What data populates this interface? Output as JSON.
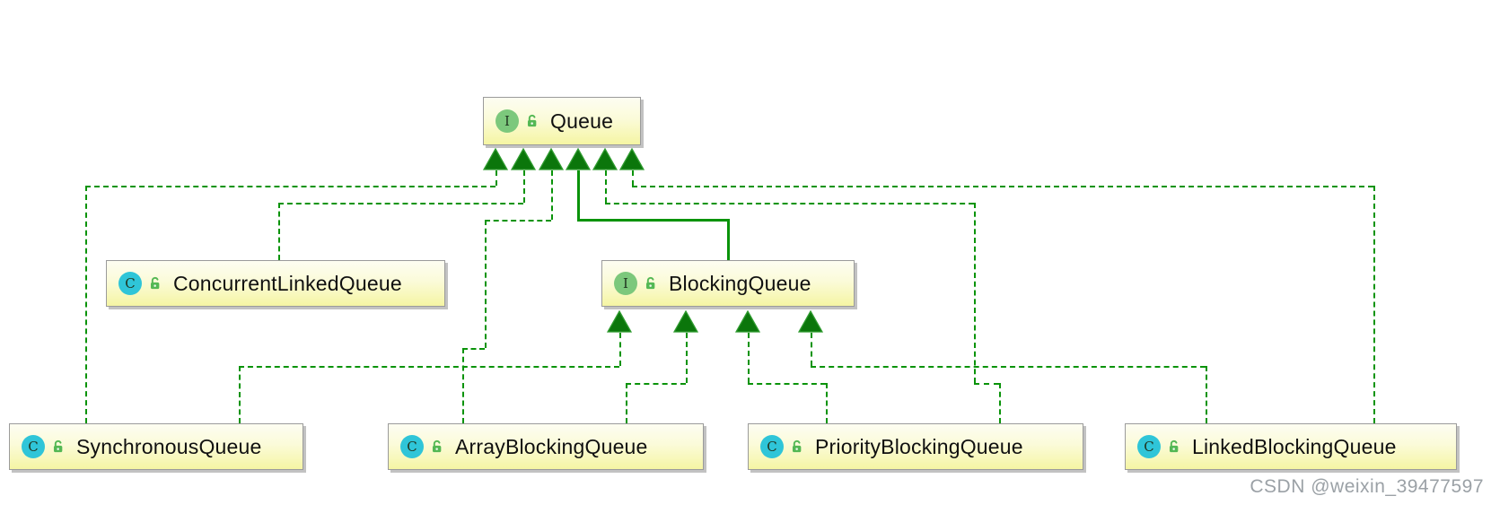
{
  "diagram": {
    "nodes": [
      {
        "id": "Queue",
        "label": "Queue",
        "stereotype": "interface",
        "badge": "I"
      },
      {
        "id": "ConcurrentLinkedQueue",
        "label": "ConcurrentLinkedQueue",
        "stereotype": "class",
        "badge": "C"
      },
      {
        "id": "BlockingQueue",
        "label": "BlockingQueue",
        "stereotype": "interface",
        "badge": "I"
      },
      {
        "id": "SynchronousQueue",
        "label": "SynchronousQueue",
        "stereotype": "class",
        "badge": "C"
      },
      {
        "id": "ArrayBlockingQueue",
        "label": "ArrayBlockingQueue",
        "stereotype": "class",
        "badge": "C"
      },
      {
        "id": "PriorityBlockingQueue",
        "label": "PriorityBlockingQueue",
        "stereotype": "class",
        "badge": "C"
      },
      {
        "id": "LinkedBlockingQueue",
        "label": "LinkedBlockingQueue",
        "stereotype": "class",
        "badge": "C"
      }
    ],
    "edges": [
      {
        "from": "SynchronousQueue",
        "to": "Queue",
        "relation": "implements",
        "line": "dashed"
      },
      {
        "from": "ConcurrentLinkedQueue",
        "to": "Queue",
        "relation": "implements",
        "line": "dashed"
      },
      {
        "from": "ArrayBlockingQueue",
        "to": "Queue",
        "relation": "implements",
        "line": "dashed"
      },
      {
        "from": "BlockingQueue",
        "to": "Queue",
        "relation": "extends",
        "line": "solid"
      },
      {
        "from": "PriorityBlockingQueue",
        "to": "Queue",
        "relation": "implements",
        "line": "dashed"
      },
      {
        "from": "LinkedBlockingQueue",
        "to": "Queue",
        "relation": "implements",
        "line": "dashed"
      },
      {
        "from": "SynchronousQueue",
        "to": "BlockingQueue",
        "relation": "implements",
        "line": "dashed"
      },
      {
        "from": "ArrayBlockingQueue",
        "to": "BlockingQueue",
        "relation": "implements",
        "line": "dashed"
      },
      {
        "from": "PriorityBlockingQueue",
        "to": "BlockingQueue",
        "relation": "implements",
        "line": "dashed"
      },
      {
        "from": "LinkedBlockingQueue",
        "to": "BlockingQueue",
        "relation": "implements",
        "line": "dashed"
      }
    ]
  },
  "watermark": "CSDN @weixin_39477597",
  "colors": {
    "edge_green": "#0a930a",
    "arrow_fill": "#0b760b",
    "interface_badge_bg": "#7cc87c",
    "class_badge_bg": "#2fc5d8",
    "lock_green": "#54b854",
    "node_fill_top": "#fdfdf2",
    "node_fill_bottom": "#f5f5a3",
    "node_border": "#9b9b9b",
    "watermark_gray": "#9ba1a6"
  }
}
